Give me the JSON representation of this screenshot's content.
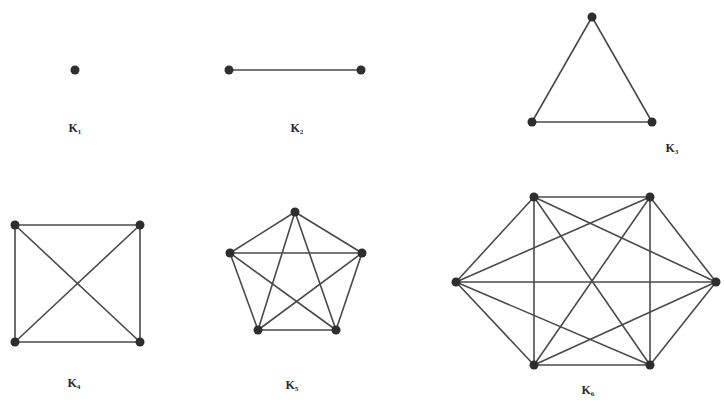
{
  "diagram": {
    "labels": [
      "K₁",
      "K₂",
      "K₃",
      "K₄",
      "K₅",
      "K₆"
    ]
  }
}
